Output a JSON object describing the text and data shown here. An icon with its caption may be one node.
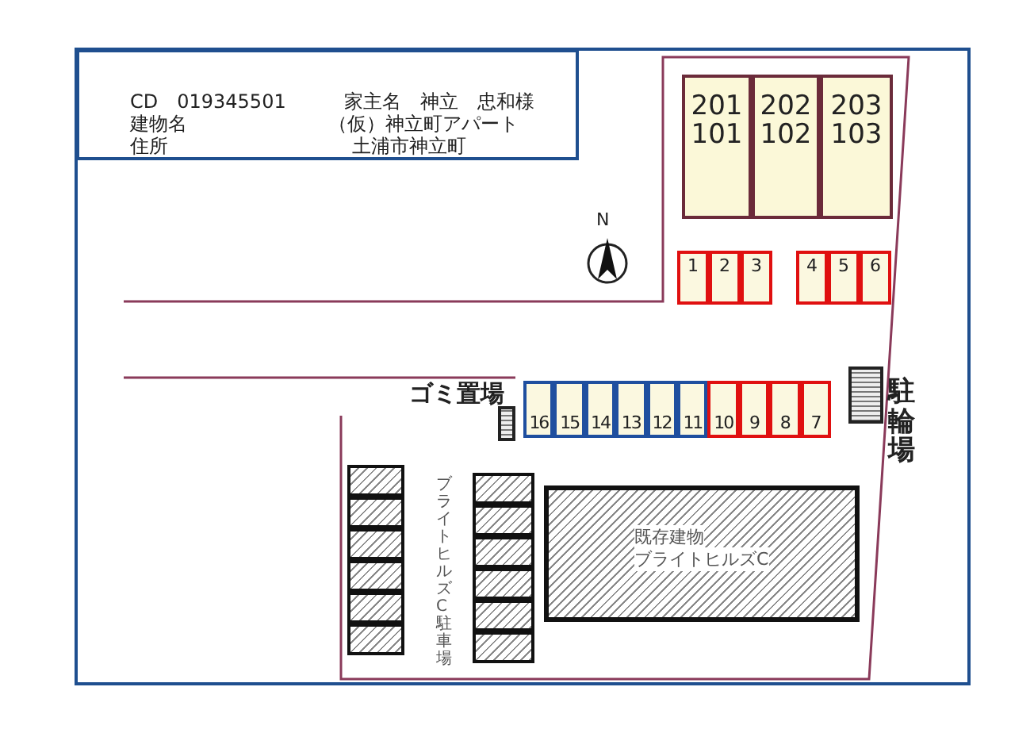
{
  "diagram": {
    "nodes": [
      {
        "text": [
          "CD　019345501",
          "家主名　神立　忠和様",
          "建物名",
          "（仮）神立町アパート",
          "住所",
          "土浦市神立町"
        ]
      },
      {
        "text": [
          "201",
          "101"
        ]
      },
      {
        "text": [
          "202",
          "102"
        ]
      },
      {
        "text": [
          "203",
          "103"
        ]
      },
      {
        "text": [
          "1"
        ]
      },
      {
        "text": [
          "2"
        ]
      },
      {
        "text": [
          "3"
        ]
      },
      {
        "text": [
          "4"
        ]
      },
      {
        "text": [
          "5"
        ]
      },
      {
        "text": [
          "6"
        ]
      },
      {
        "text": [
          "16"
        ]
      },
      {
        "text": [
          "15"
        ]
      },
      {
        "text": [
          "14"
        ]
      },
      {
        "text": [
          "13"
        ]
      },
      {
        "text": [
          "12"
        ]
      },
      {
        "text": [
          "11"
        ]
      },
      {
        "text": [
          "10"
        ]
      },
      {
        "text": [
          "9"
        ]
      },
      {
        "text": [
          "8"
        ]
      },
      {
        "text": [
          "7"
        ]
      },
      {
        "text": [],
        "shape": "box"
      },
      {
        "text": [],
        "shape": "box"
      },
      {
        "text": [],
        "shape": "box"
      },
      {
        "text": [],
        "shape": "box"
      },
      {
        "text": [],
        "shape": "box"
      },
      {
        "text": [],
        "shape": "box"
      },
      {
        "text": [],
        "shape": "box"
      },
      {
        "text": [],
        "shape": "box"
      },
      {
        "text": [],
        "shape": "box"
      },
      {
        "text": [],
        "shape": "box"
      },
      {
        "text": [],
        "shape": "box"
      },
      {
        "text": [],
        "shape": "box"
      },
      {
        "text": [
          "既存建物",
          "ブライトヒルズC"
        ]
      }
    ],
    "edges": [],
    "labels": [
      "N",
      "ゴミ置場",
      "駐輪場",
      "ブライトヒルズC駐車場"
    ]
  }
}
